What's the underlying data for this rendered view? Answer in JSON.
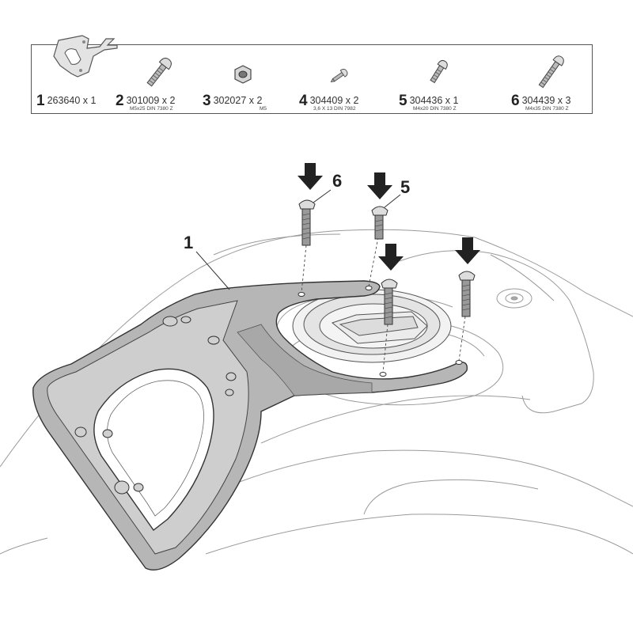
{
  "parts": [
    {
      "num": "1",
      "code": "263640 x 1",
      "spec": "",
      "icon": "bracket-icon"
    },
    {
      "num": "2",
      "code": "301009 x 2",
      "spec": "M5x25 DIN 7380 Z",
      "icon": "bolt-icon"
    },
    {
      "num": "3",
      "code": "302027 x 2",
      "spec": "M5",
      "icon": "nut-icon"
    },
    {
      "num": "4",
      "code": "304409 x 2",
      "spec": "3,6 X 13 DIN 7982",
      "icon": "screw-icon"
    },
    {
      "num": "5",
      "code": "304436 x 1",
      "spec": "M4x20 DIN 7380 Z",
      "icon": "bolt-icon"
    },
    {
      "num": "6",
      "code": "304439 x 3",
      "spec": "M4x35 DIN 7380 Z",
      "icon": "bolt-icon"
    }
  ],
  "callouts": {
    "bracket": "1",
    "screw_long": "6",
    "screw_short": "5"
  }
}
